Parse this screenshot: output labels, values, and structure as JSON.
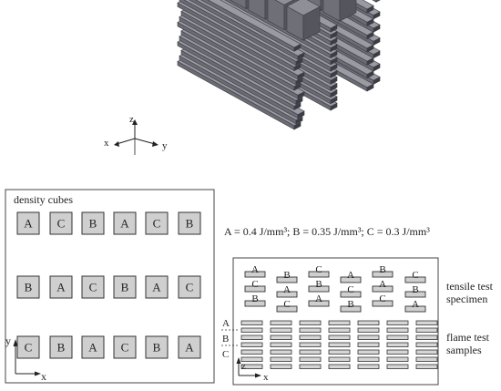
{
  "iso_axes": {
    "x": "x",
    "y": "y",
    "z": "z"
  },
  "density_panel": {
    "title": "density cubes",
    "grid": [
      [
        "A",
        "C",
        "B",
        "A",
        "C",
        "B"
      ],
      [
        "B",
        "A",
        "C",
        "B",
        "A",
        "C"
      ],
      [
        "C",
        "B",
        "A",
        "C",
        "B",
        "A"
      ]
    ],
    "axis_x": "x",
    "axis_y": "y"
  },
  "energy_legend": "A = 0.4 J/mm³; B = 0.35 J/mm³; C = 0.3 J/mm³",
  "specimen_panel": {
    "tensile_columns": [
      [
        "A",
        "C",
        "B"
      ],
      [
        "B",
        "A",
        "C"
      ],
      [
        "C",
        "B",
        "A"
      ],
      [
        "A",
        "C",
        "B"
      ],
      [
        "B",
        "A",
        "C"
      ],
      [
        "C",
        "B",
        "A"
      ]
    ],
    "flame_row_labels": [
      "A",
      "B",
      "C"
    ],
    "axis_z": "z",
    "axis_x": "x",
    "tensile_label": [
      "tensile test",
      "specimen"
    ],
    "flame_label": [
      "flame test",
      "samples"
    ]
  },
  "colors": {
    "panel_border": "#444444",
    "cube_fill": "#cfcfcf",
    "cube_stroke": "#333333",
    "iso_top": "#8f8f98",
    "iso_left": "#6f6f78",
    "iso_right": "#55555d",
    "plate": "#6b6b74",
    "plate_edge": "#3c3c44"
  }
}
